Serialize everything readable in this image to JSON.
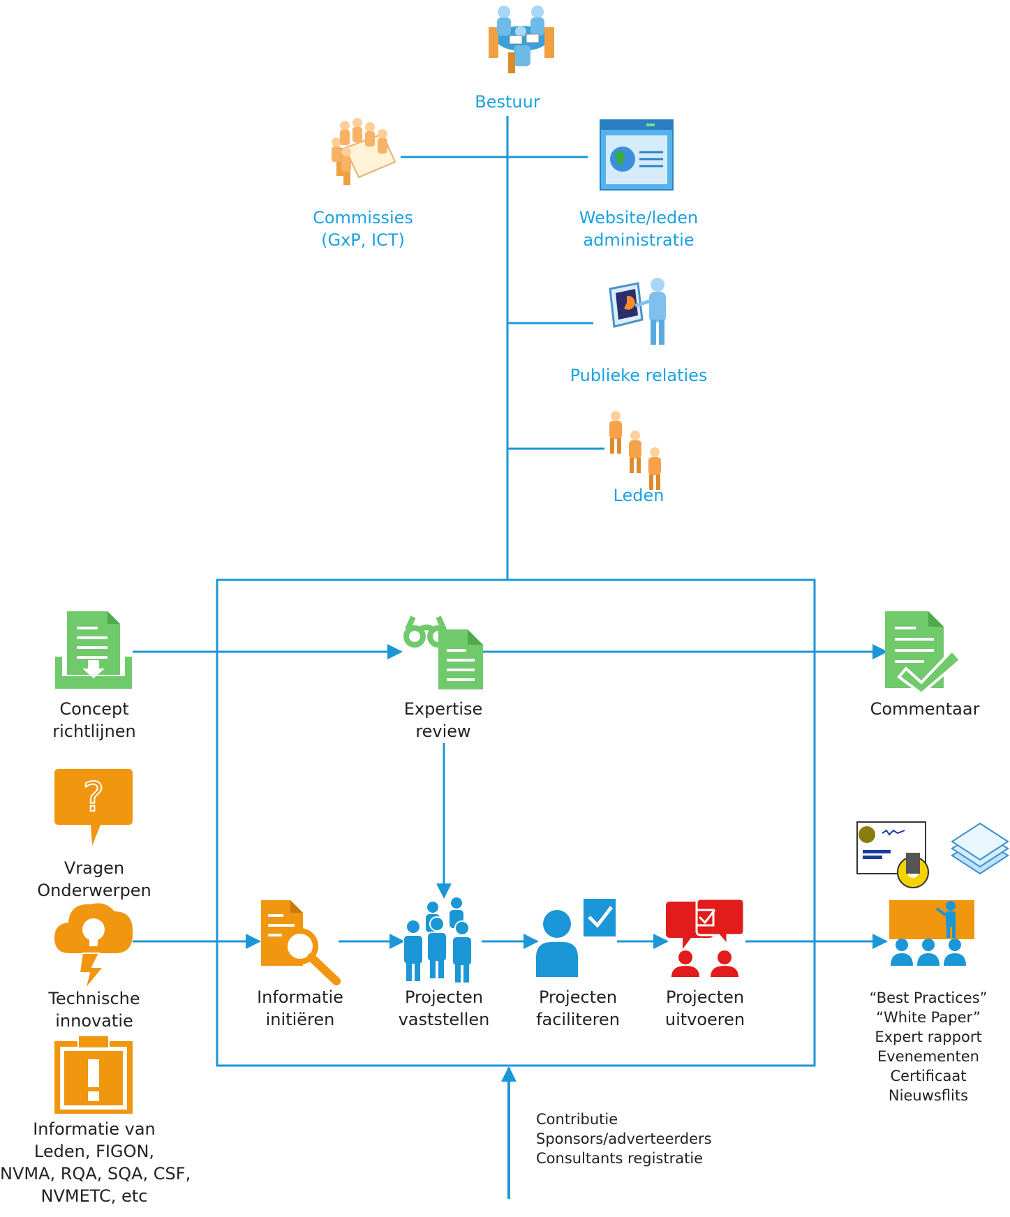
{
  "colors": {
    "line": "#1b96d6",
    "label_blue": "#1ba1e2",
    "green": "#70c96b",
    "orange": "#f0960f",
    "red": "#e21c1c",
    "person_blue": "#1b96d6"
  },
  "top": {
    "bestuur": "Bestuur",
    "commissies": [
      "Commissies",
      "(GxP, ICT)"
    ],
    "website": [
      "Website/leden",
      "administratie"
    ],
    "publieke": "Publieke relaties",
    "leden": "Leden"
  },
  "inputs": {
    "concept": [
      "Concept",
      "richtlijnen"
    ],
    "vragen": [
      "Vragen",
      "Onderwerpen"
    ],
    "technische": [
      "Technische",
      "innovatie"
    ],
    "informatie_van": [
      "Informatie van",
      "Leden, FIGON,",
      "NVMA, RQA, SQA, CSF,",
      "NVMETC, etc"
    ]
  },
  "process": {
    "expertise": [
      "Expertise",
      "review"
    ],
    "informatie": [
      "Informatie",
      "initiëren"
    ],
    "vaststellen": [
      "Projecten",
      "vaststellen"
    ],
    "faciliteren": [
      "Projecten",
      "faciliteren"
    ],
    "uitvoeren": [
      "Projecten",
      "uitvoeren"
    ]
  },
  "outputs": {
    "commentaar": "Commentaar",
    "results": [
      "“Best Practices”",
      "“White Paper”",
      "Expert rapport",
      "Evenementen",
      "Certificaat",
      "Nieuwsflits"
    ]
  },
  "funding": [
    "Contributie",
    "Sponsors/adverteerders",
    "Consultants registratie"
  ],
  "icons": {
    "bestuur": "board-meeting-icon",
    "commissies": "committee-table-icon",
    "website": "website-globe-icon",
    "publieke": "presenter-icon",
    "leden": "members-icon",
    "concept": "document-inbox-icon",
    "vragen": "question-bubble-icon",
    "technische": "idea-cloud-icon",
    "informatie_van": "clipboard-alert-icon",
    "expertise": "glasses-document-icon",
    "commentaar": "document-check-icon",
    "informatie": "document-search-icon",
    "vaststellen": "group-people-icon",
    "faciliteren": "person-check-icon",
    "uitvoeren": "people-chat-icon",
    "results": "certificate-gear-presentation-icon"
  }
}
